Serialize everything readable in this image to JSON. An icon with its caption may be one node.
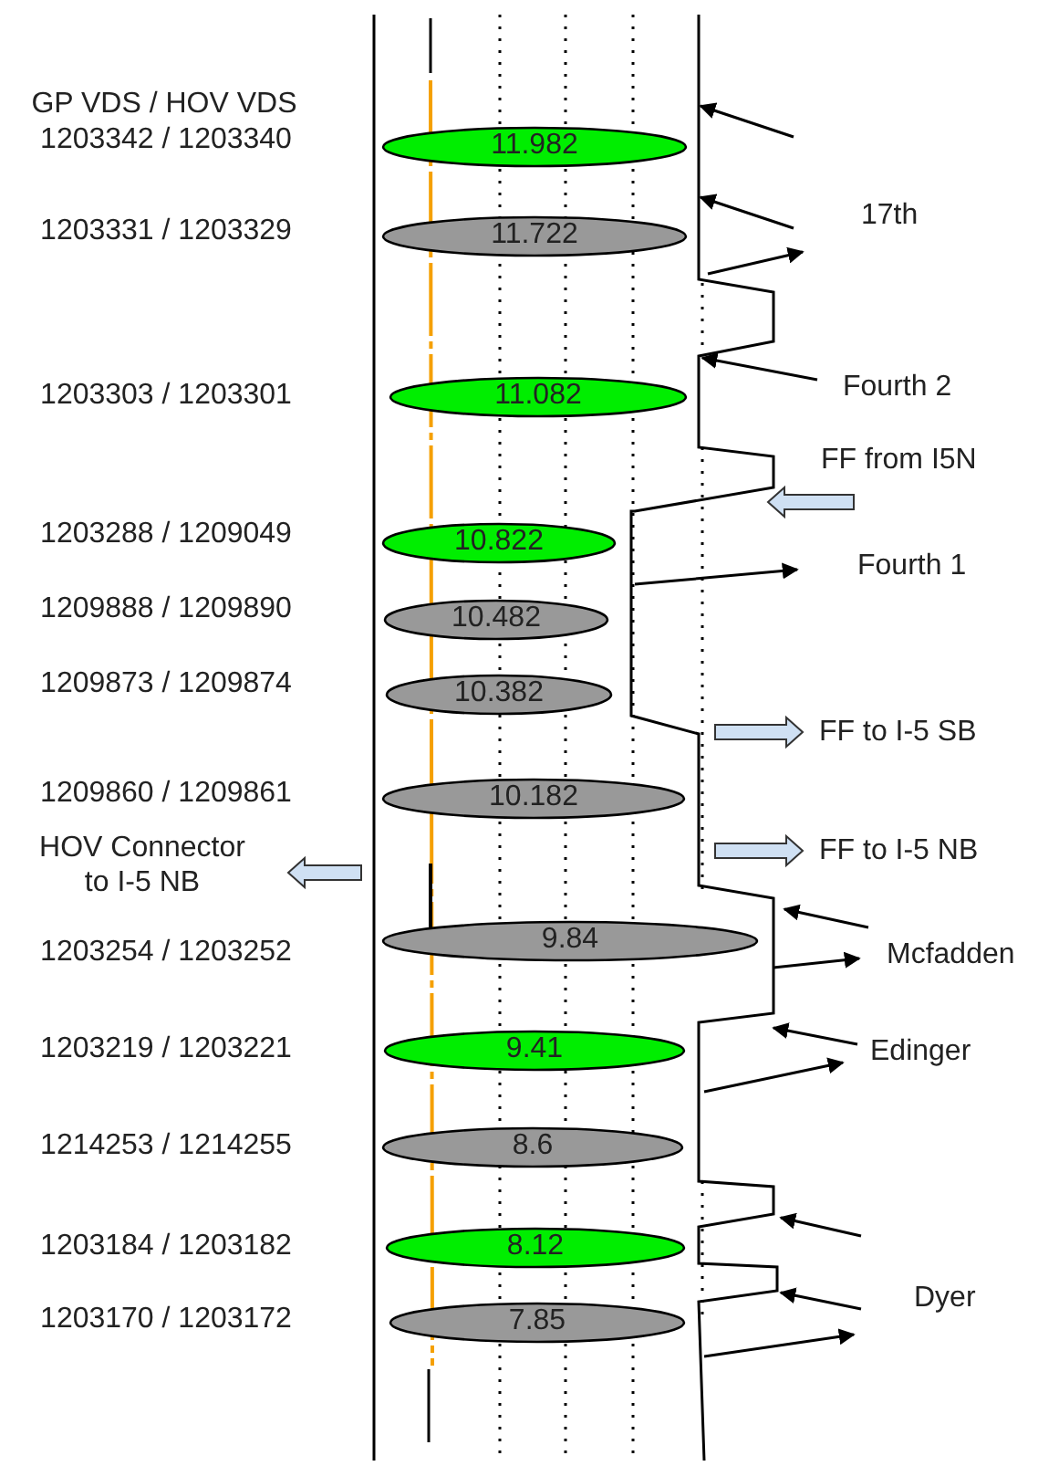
{
  "diagram": {
    "nodes": [
      {
        "text": [
          "11.982"
        ],
        "beside": [
          "1203342 / 1203340"
        ]
      },
      {
        "text": [
          "11.722"
        ],
        "beside": [
          "1203331 / 1203329"
        ]
      },
      {
        "text": [
          "11.082"
        ],
        "beside": [
          "1203303 / 1203301"
        ]
      },
      {
        "text": [
          "10.822"
        ],
        "beside": [
          "1203288 / 1209049"
        ]
      },
      {
        "text": [
          "10.482"
        ],
        "beside": [
          "1209888 / 1209890"
        ]
      },
      {
        "text": [
          "10.382"
        ],
        "beside": [
          "1209873 / 1209874"
        ]
      },
      {
        "text": [
          "10.182"
        ],
        "beside": [
          "1209860 / 1209861"
        ]
      },
      {
        "text": [
          "9.84"
        ],
        "beside": [
          "1203254 / 1203252"
        ]
      },
      {
        "text": [
          "9.41"
        ],
        "beside": [
          "1203219 / 1203221"
        ]
      },
      {
        "text": [
          "8.6"
        ],
        "beside": [
          "1214253 / 1214255"
        ]
      },
      {
        "text": [
          "8.12"
        ],
        "beside": [
          "1203184 / 1203182"
        ]
      },
      {
        "text": [
          "7.85"
        ],
        "beside": [
          "1203170 / 1203172"
        ]
      }
    ],
    "labels": [
      "GP VDS / HOV VDS",
      "17th",
      "Fourth 2",
      "FF from I5N",
      "Fourth 1",
      "FF to I-5 SB",
      "HOV Connector to I-5 NB",
      "FF to I-5 NB",
      "Mcfadden",
      "Edinger",
      "Dyer"
    ]
  }
}
